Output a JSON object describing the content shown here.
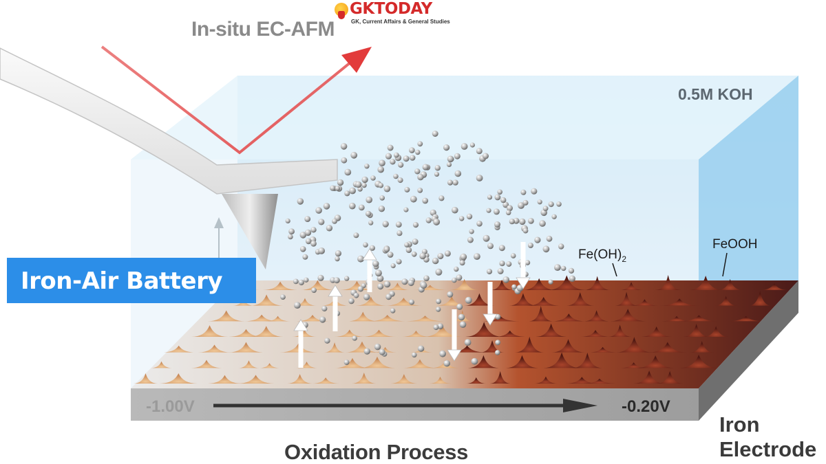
{
  "header": {
    "title": "In-situ EC-AFM",
    "logo": {
      "name": "GKTODAY",
      "tagline": "GK, Current Affairs & General Studies"
    }
  },
  "diagram": {
    "electrolyte_label": "0.5M KOH",
    "species": {
      "feoh2_base": "Fe(OH)",
      "feoh2_sub": "2",
      "feooh": "FeOOH"
    },
    "voltage_start": "-1.00V",
    "voltage_end": "-0.20V",
    "process_label": "Oxidation Process",
    "electrode_label_line1": "Iron",
    "electrode_label_line2": "Electrode"
  },
  "banner": {
    "text": "Iron-Air Battery"
  },
  "colors": {
    "banner": "#2c8ee8",
    "laser": "#e23b3b",
    "logo_red": "#d42a2a",
    "electrolyte": "#cde8f6",
    "oxidized_peaks": "#7a2a1a",
    "reduced_peaks": "#d8a070"
  }
}
